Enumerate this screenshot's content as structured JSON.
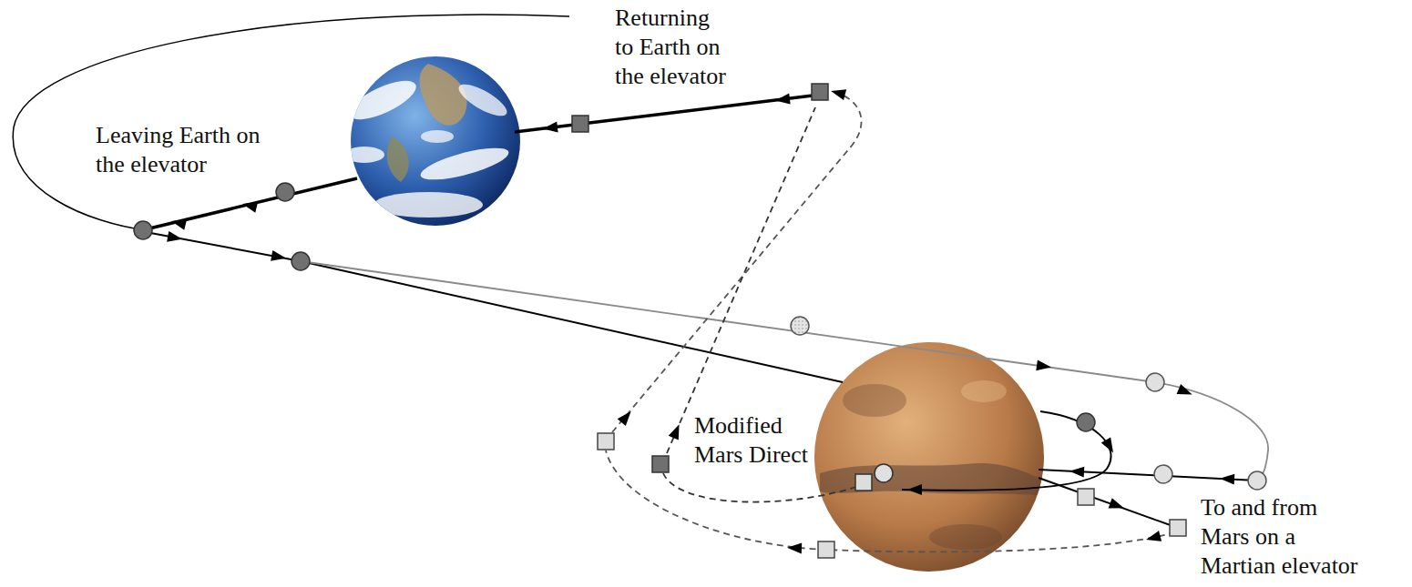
{
  "diagram": {
    "labels": [
      "Returning to Earth on the elevator",
      "Leaving Earth on the elevator",
      "Modified Mars Direct",
      "To and from Mars on a Martian elevator"
    ]
  }
}
